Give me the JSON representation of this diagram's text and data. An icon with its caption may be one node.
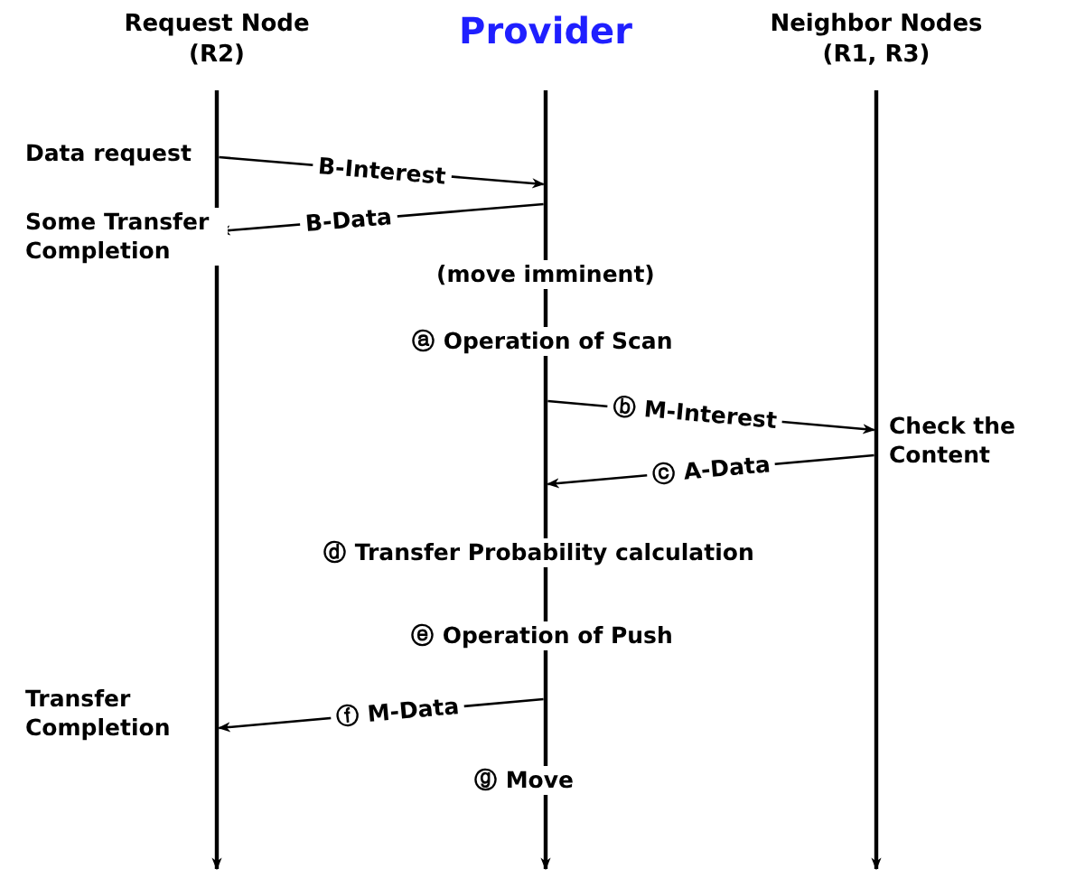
{
  "diagram": {
    "nodes": [
      {
        "text": [
          "Request Node (R2)"
        ]
      },
      {
        "text": [
          "Provider"
        ]
      },
      {
        "text": [
          "Neighbor Nodes (R1, R3)"
        ]
      }
    ],
    "edges": [
      {
        "from": 0,
        "to": 1,
        "arrow": "to",
        "label": "B-Interest"
      },
      {
        "from": 1,
        "to": 0,
        "arrow": "to",
        "label": "B-Data"
      },
      {
        "from": 1,
        "to": 2,
        "arrow": "to",
        "label": "ⓑ M-Interest"
      },
      {
        "from": 2,
        "to": 1,
        "arrow": "to",
        "label": "ⓒ A-Data"
      },
      {
        "from": 1,
        "to": 0,
        "arrow": "to",
        "label": "ⓕ M-Data"
      }
    ],
    "labels": [
      "Data request",
      "Some Transfer Completion",
      "(move imminent)",
      "ⓐ Operation of Scan",
      "Check the Content",
      "ⓓ Transfer Probability calculation",
      "ⓔ Operation of Push",
      "Transfer Completion",
      "ⓖ Move"
    ]
  }
}
